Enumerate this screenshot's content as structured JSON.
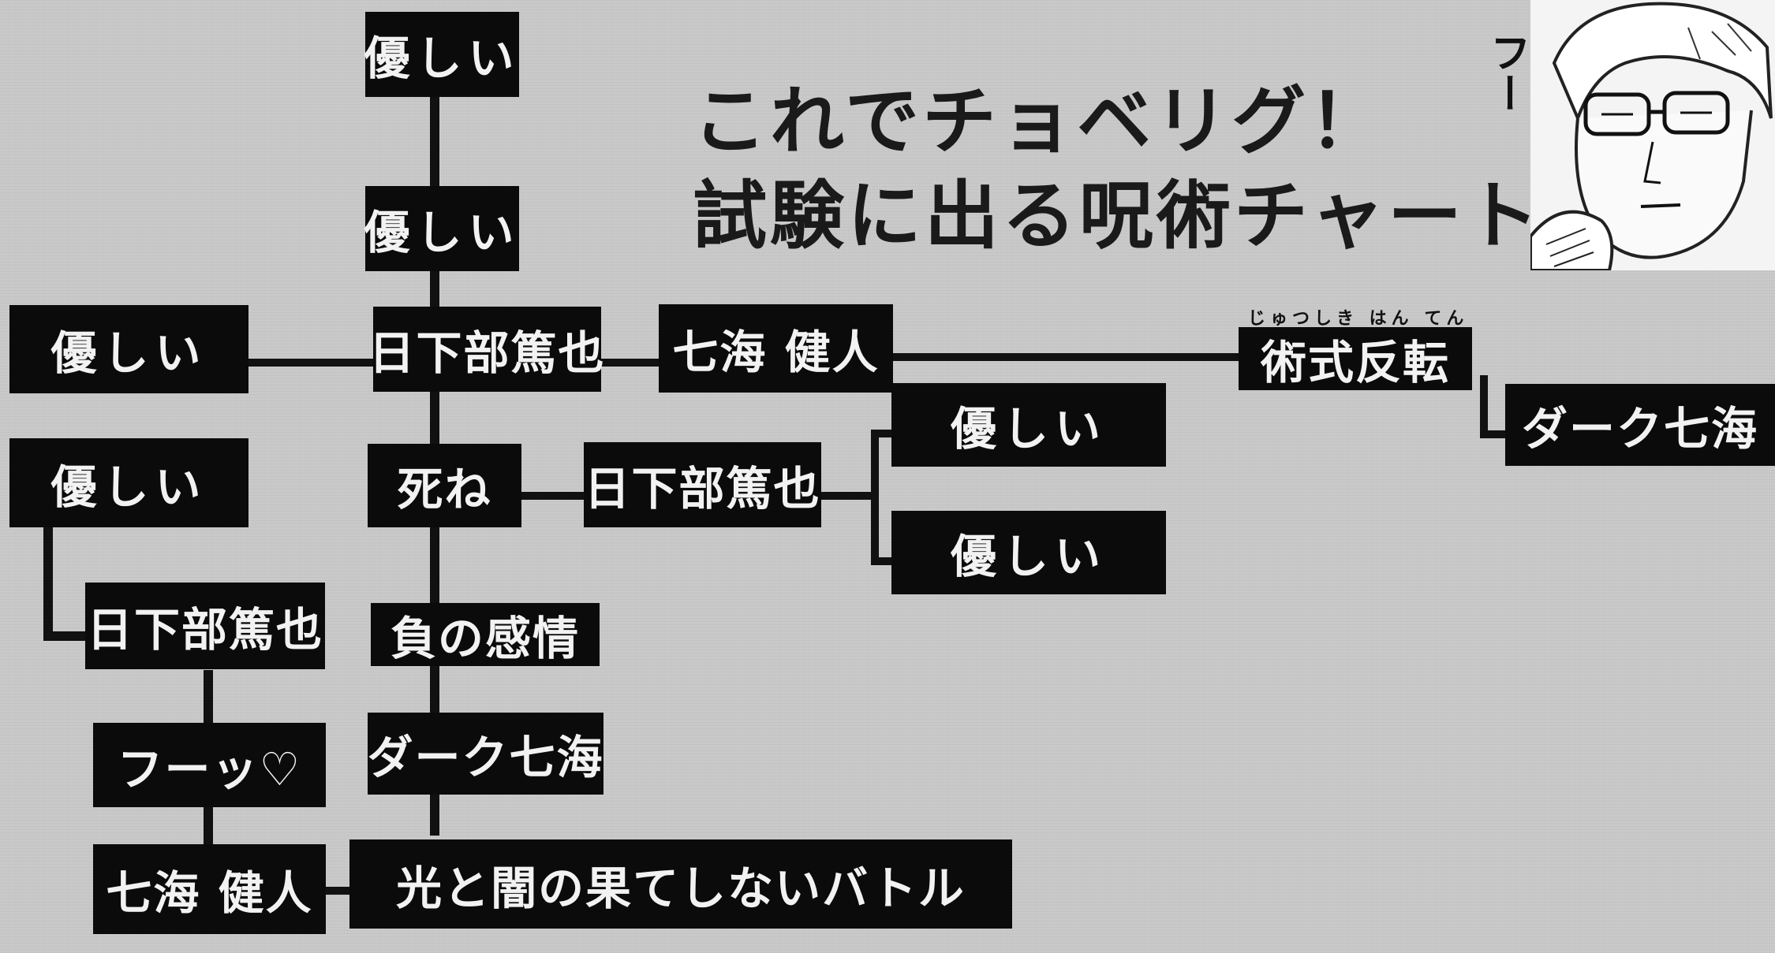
{
  "title": {
    "line1": "これでチョベリグ！",
    "line2": "試験に出る呪術チャート"
  },
  "sfx": "フー",
  "nodes": {
    "kind_top1": "優しい",
    "kind_top2": "優しい",
    "kind_left_mid": "優しい",
    "kusakabe_center": "日下部篤也",
    "nanami_center": "七海 健人",
    "shine": "死ね",
    "kusakabe_mid": "日下部篤也",
    "kind_right1": "優しい",
    "kind_right2": "優しい",
    "negative_emotion": "負の感情",
    "dark_nanami_mid": "ダーク七海",
    "reverse_technique": "術式反転",
    "reverse_technique_ruby": "じゅつしき はん てん",
    "dark_nanami_right": "ダーク七海",
    "kind_left2": "優しい",
    "kusakabe_left": "日下部篤也",
    "sigh": "フーッ♡",
    "nanami_bottom": "七海 健人",
    "endless_battle": "光と闇の果てしないバトル"
  }
}
